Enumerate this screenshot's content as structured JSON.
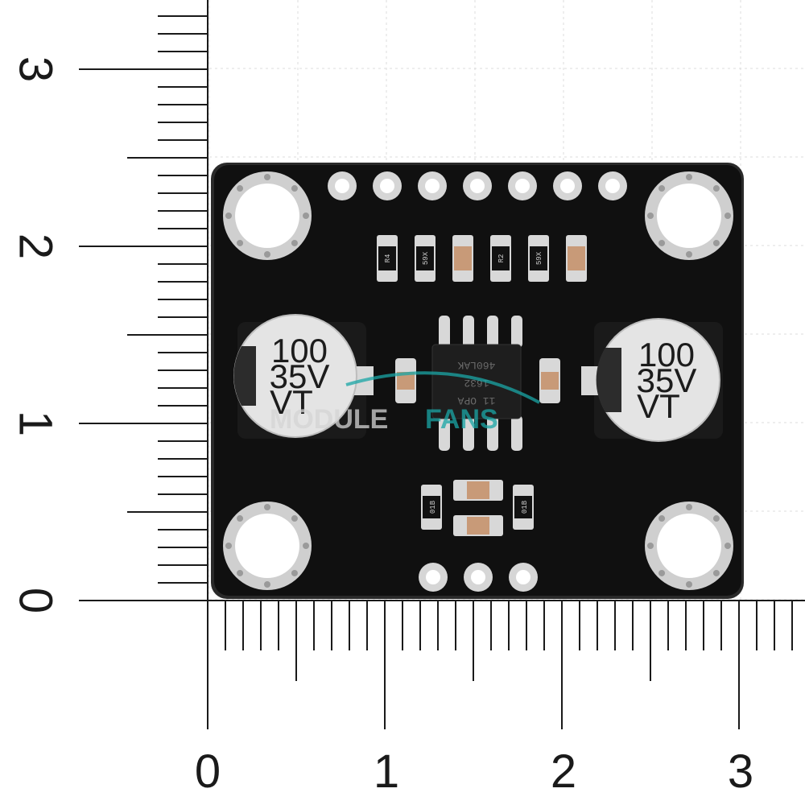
{
  "photo": {
    "subject": "INA219-style current sensor breakout board on millimeter grid",
    "colors": {
      "board": "#101010",
      "pad_silver": "#d9d9d9",
      "grid_line": "#d6d6d6",
      "ruler_ink": "#1a1a1a",
      "capacitor_top": "#e6e6e6",
      "watermark_teal": "#1aa6a6"
    }
  },
  "ruler": {
    "x_labels": [
      "0",
      "1",
      "2",
      "3"
    ],
    "y_labels": [
      "0",
      "1",
      "2",
      "3"
    ]
  },
  "capacitors": [
    {
      "line1": "100",
      "line2": "35V",
      "line3": "VT"
    },
    {
      "line1": "100",
      "line2": "35V",
      "line3": "VT"
    }
  ],
  "chip": {
    "lines": [
      "460LAK",
      "1632",
      "11 OPA"
    ]
  },
  "resistors_top": [
    "R4",
    "59X",
    "",
    "R2",
    "59X",
    ""
  ],
  "resistors_bottom": [
    "01B",
    "01B"
  ],
  "watermark": {
    "part1": "MODULE",
    "part2": "FANS"
  }
}
